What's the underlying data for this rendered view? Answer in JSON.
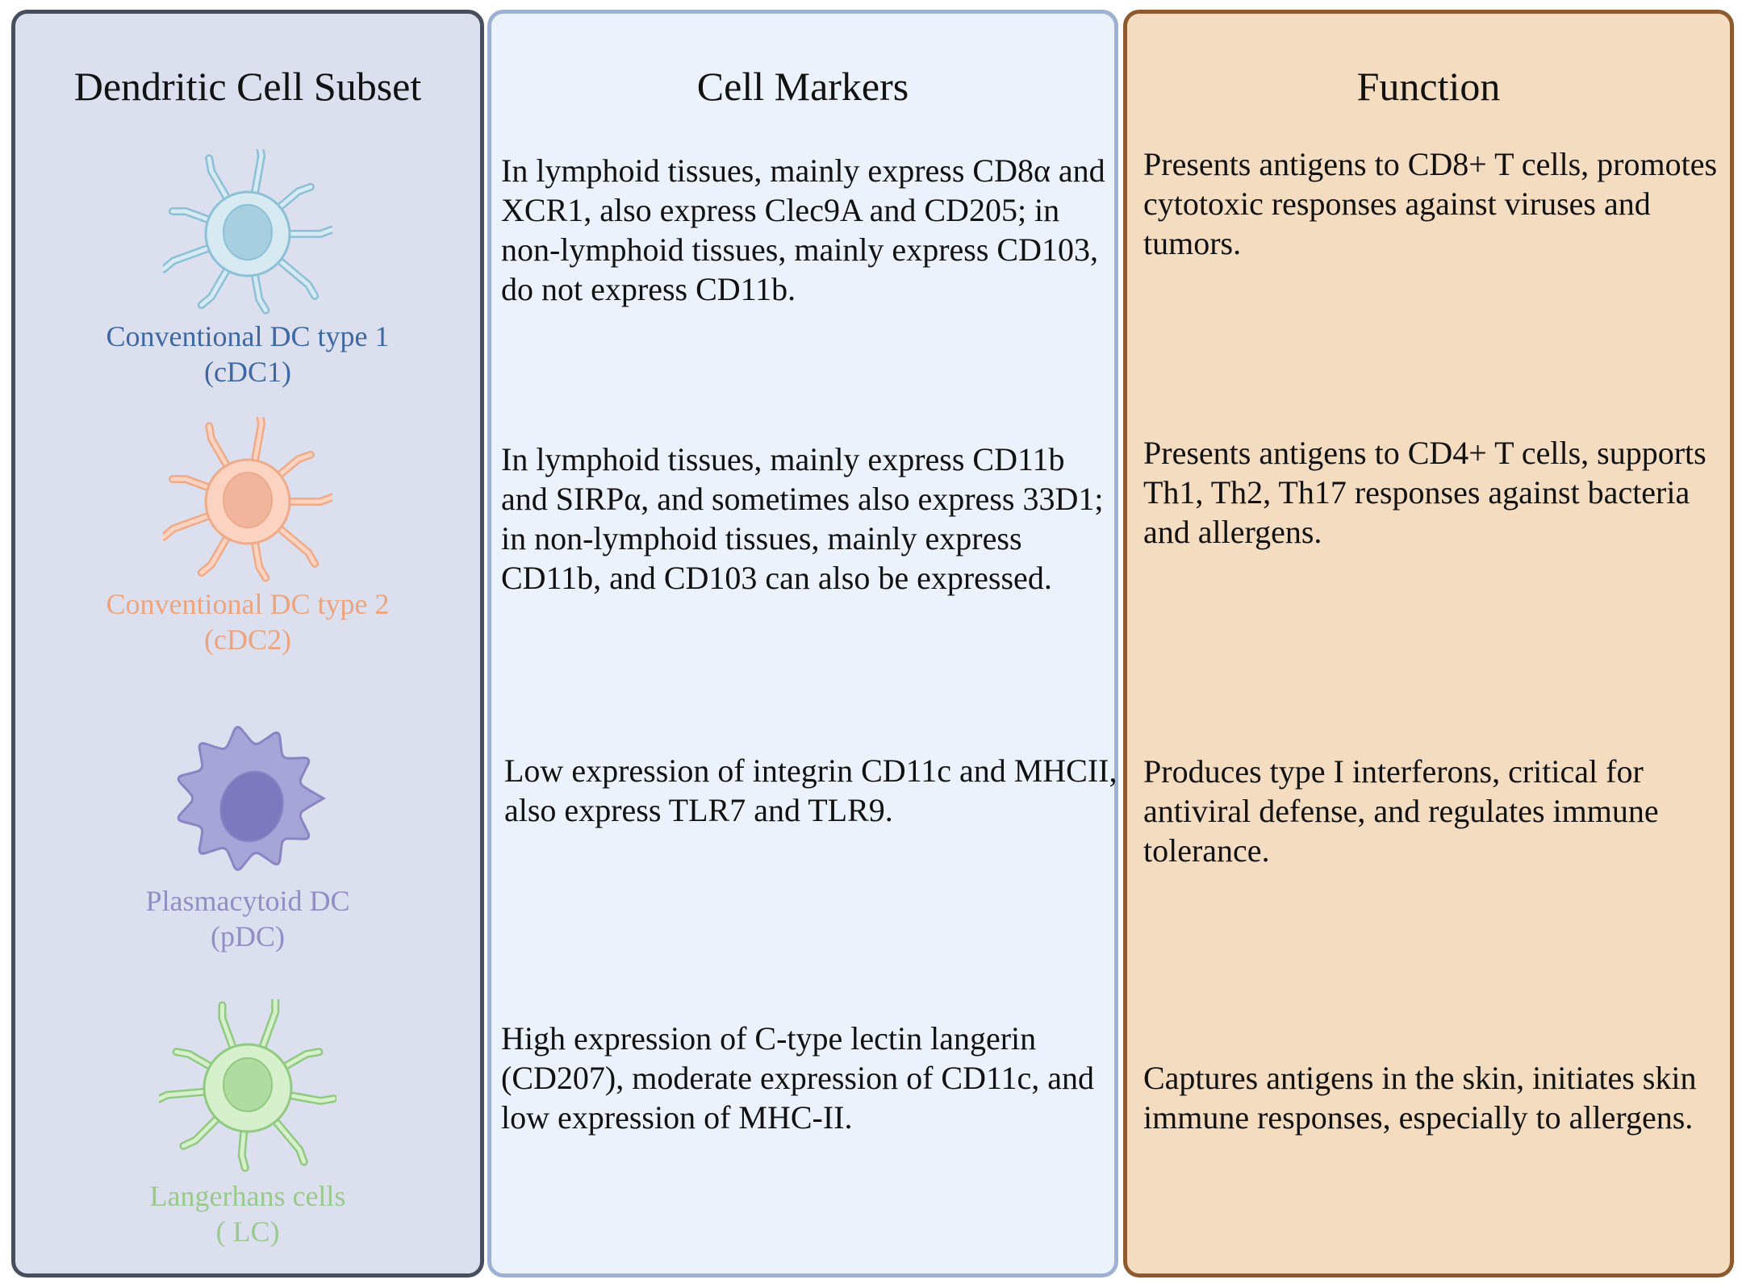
{
  "colors": {
    "subset_bg": "#dcdfee",
    "subset_border": "#474e5e",
    "markers_bg": "#ecf2fb",
    "markers_border": "#9cb1d3",
    "function_bg": "#f3dcc0",
    "function_border": "#8f5a2e"
  },
  "headers": {
    "subset": "Dendritic Cell Subset",
    "markers": "Cell Markers",
    "function": "Function"
  },
  "subsets": [
    {
      "name": "Conventional DC type 1",
      "abbr": "(cDC1)",
      "icon": "dendritic-cell-icon",
      "color": "#3d68a3",
      "body_fill": "#d7e9f1",
      "nucleus_fill": "#a8cfdf",
      "outline": "#8cc0d6",
      "markers": "In lymphoid tissues, mainly express CD8α and XCR1, also express Clec9A and CD205; in non-lymphoid tissues, mainly express CD103, do not express CD11b.",
      "function": "Presents antigens to CD8+ T cells, promotes cytotoxic responses against viruses and tumors."
    },
    {
      "name": "Conventional DC type 2",
      "abbr": "(cDC2)",
      "icon": "dendritic-cell-icon",
      "color": "#eda47c",
      "body_fill": "#fbd3c0",
      "nucleus_fill": "#f0b59c",
      "outline": "#efab88",
      "markers": "In lymphoid tissues, mainly express CD11b and SIRPα, and sometimes also express 33D1; in non-lymphoid tissues, mainly express CD11b, and CD103 can also be expressed.",
      "function": "Presents antigens to CD4+ T cells, supports Th1, Th2, Th17 responses against bacteria and allergens."
    },
    {
      "name": "Plasmacytoid DC",
      "abbr": "(pDC)",
      "icon": "plasmacytoid-cell-icon",
      "color": "#8f8fc6",
      "body_fill": "#a7a5d8",
      "nucleus_fill": "#7c79bf",
      "outline": "#8885c4",
      "markers": "Low expression of integrin CD11c and MHCII,  also express TLR7 and TLR9.",
      "function": "Produces type I interferons, critical for antiviral defense, and regulates immune tolerance."
    },
    {
      "name": "Langerhans cells",
      "abbr": "( LC)",
      "icon": "langerhans-cell-icon",
      "color": "#99c98e",
      "body_fill": "#d6f0cc",
      "nucleus_fill": "#b0dca1",
      "outline": "#8fca80",
      "markers": "High expression of C-type lectin langerin (CD207), moderate expression of CD11c, and low expression of MHC-II.",
      "function": "Captures antigens in the skin, initiates skin immune responses, especially to allergens."
    }
  ]
}
